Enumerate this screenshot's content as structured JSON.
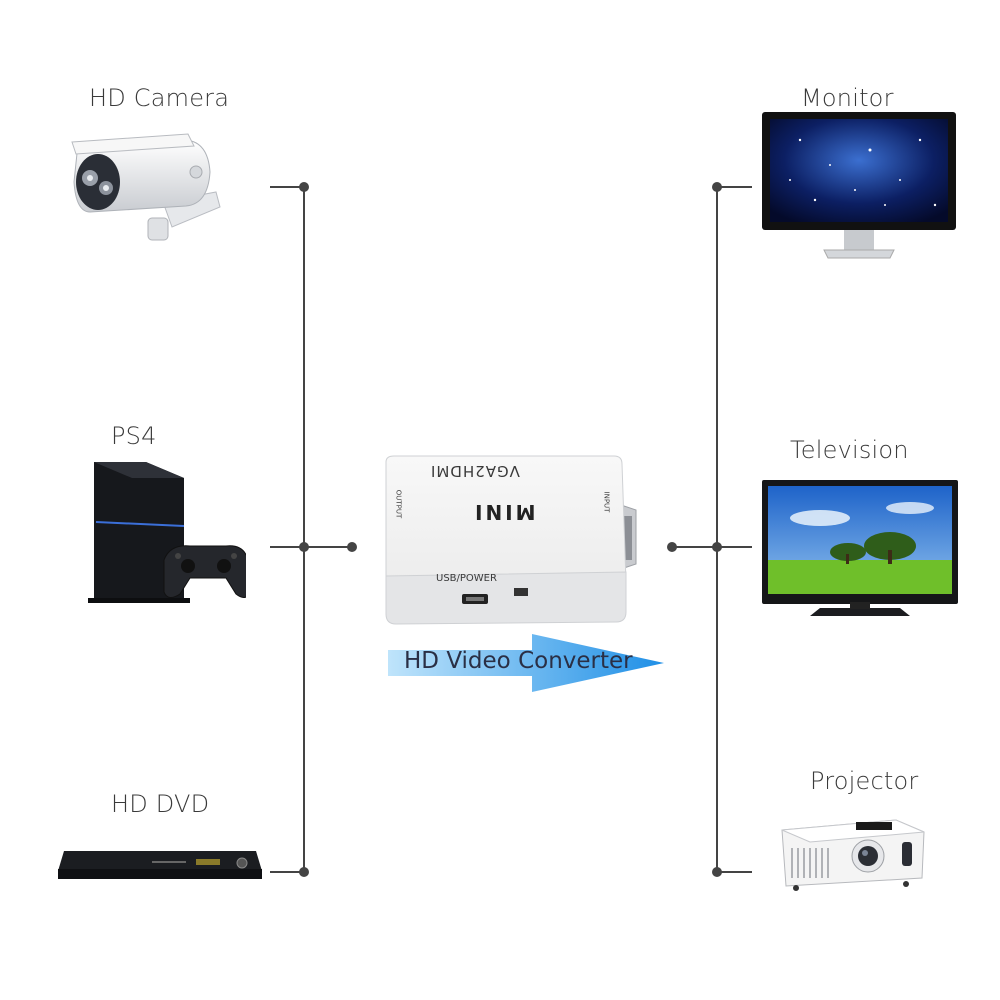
{
  "inputs": [
    {
      "id": "hd-camera",
      "label": "HD Camera"
    },
    {
      "id": "ps4",
      "label": "PS4"
    },
    {
      "id": "hd-dvd",
      "label": "HD DVD"
    }
  ],
  "outputs": [
    {
      "id": "monitor",
      "label": "Monitor"
    },
    {
      "id": "television",
      "label": "Television"
    },
    {
      "id": "projector",
      "label": "Projector"
    }
  ],
  "converter": {
    "model": "VGA2HDMI",
    "brand": "MINI",
    "port_label": "USB/POWER",
    "output_label": "OUTPUT",
    "input_label": "INPUT",
    "caption": "HD Video Converter"
  },
  "colors": {
    "line": "#444444",
    "arrow_start": "#bfe4fb",
    "arrow_end": "#1f8fe6",
    "box": "#f1f1f1"
  }
}
